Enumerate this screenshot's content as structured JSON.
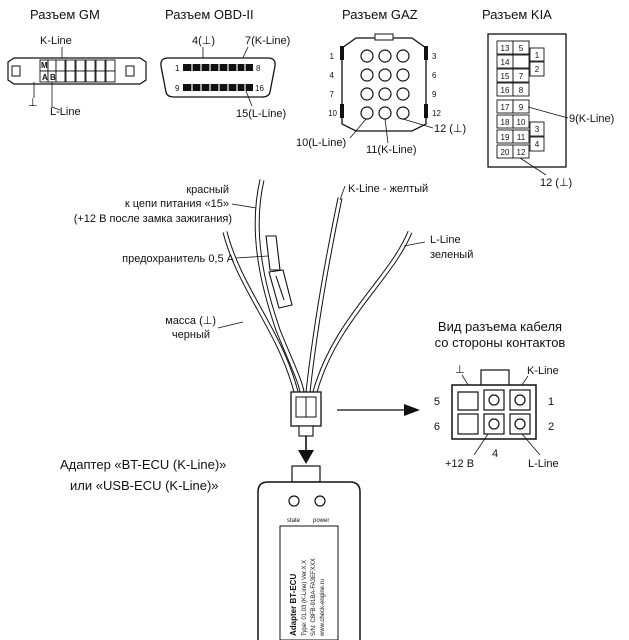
{
  "connectors": {
    "gm": {
      "title": "Разъем GM",
      "k_line": "K-Line",
      "l_line": "L-Line",
      "ground": "⊥",
      "pin_m": "M",
      "pin_a": "A",
      "pin_b": "B"
    },
    "obd": {
      "title": "Разъем OBD-II",
      "pin4": "4(⊥)",
      "pin7": "7(K-Line)",
      "pin1": "1",
      "pin8": "8",
      "pin9": "9",
      "pin16": "16",
      "pin15": "15(L-Line)"
    },
    "gaz": {
      "title": "Разъем GAZ",
      "left_numbers": [
        "1",
        "4",
        "7",
        "10"
      ],
      "right_numbers": [
        "3",
        "6",
        "9",
        "12"
      ],
      "pin10": "10(L-Line)",
      "pin11": "11(K-Line)",
      "pin12": "12 (⊥)"
    },
    "kia": {
      "title": "Разъем KIA",
      "cells": [
        "13",
        "5",
        "14",
        "1",
        "15",
        "7",
        "2",
        "16",
        "8",
        "17",
        "9",
        "18",
        "10",
        "19",
        "11",
        "3",
        "20",
        "12",
        "4"
      ],
      "pin9": "9(K-Line)",
      "pin12": "12 (⊥)"
    }
  },
  "cable": {
    "red_label": "красный",
    "red_desc1": "к цепи питания «15»",
    "red_desc2": "(+12 В после замка зажигания)",
    "fuse": "предохранитель 0,5 А",
    "k_yellow": "K-Line - желтый",
    "l_line": "L-Line",
    "l_green": "зеленый",
    "ground_label": "масса (⊥)",
    "ground_color": "черный"
  },
  "plug_view": {
    "title1": "Вид разъема кабеля",
    "title2": "со стороны контактов",
    "ground": "⊥",
    "k_line": "K-Line",
    "plus12": "+12 В",
    "l_line": "L-Line",
    "n1": "1",
    "n2": "2",
    "n4": "4",
    "n5": "5",
    "n6": "6"
  },
  "adapter": {
    "caption1": "Адаптер «BT-ECU (K-Line)»",
    "caption2": "или «USB-ECU (K-Line)»",
    "led_state": "state",
    "led_power": "power",
    "name": "Adapter BT-ECU",
    "type": "Type: 01.03 (K-Line) Ver.X.X",
    "sn": "S/N: C8FB-91BA-FA3EFXXX",
    "site": "www.check-engine.ru"
  }
}
